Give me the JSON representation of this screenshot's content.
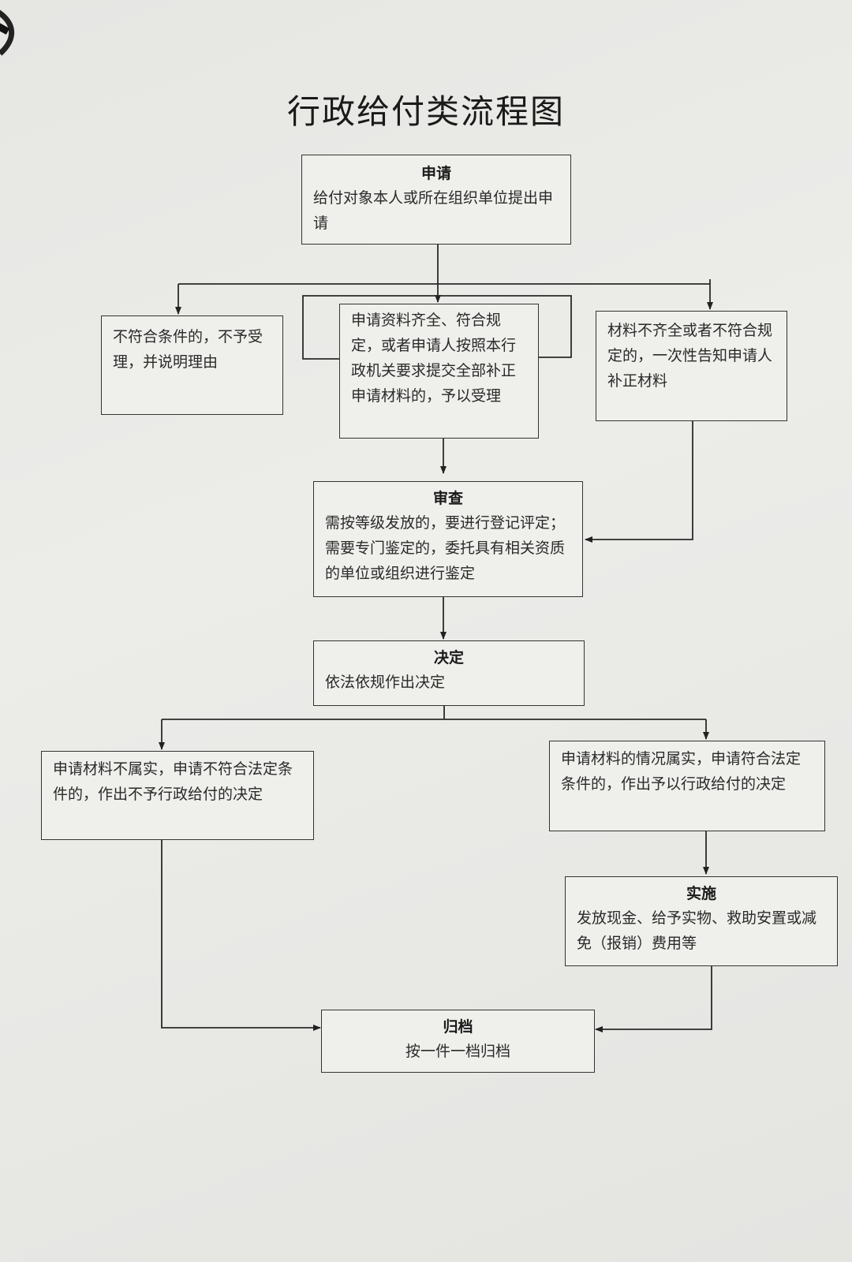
{
  "title": "行政给付类流程图",
  "nodes": {
    "apply": {
      "heading": "申请",
      "text": "给付对象本人或所在组织单位提出申请"
    },
    "reject_not_eligible": {
      "text": "不符合条件的，不予受理，并说明理由"
    },
    "accept": {
      "text": "申请资料齐全、符合规定，或者申请人按照本行政机关要求提交全部补正申请材料的，予以受理"
    },
    "supplement": {
      "text": "材料不齐全或者不符合规定的，一次性告知申请人补正材料"
    },
    "review": {
      "heading": "审查",
      "text": "需按等级发放的，要进行登记评定；需要专门鉴定的，委托具有相关资质的单位或组织进行鉴定"
    },
    "decision": {
      "heading": "决定",
      "text": "依法依规作出决定"
    },
    "deny_payment": {
      "text": "申请材料不属实，申请不符合法定条件的，作出不予行政给付的决定"
    },
    "grant_payment": {
      "text": "申请材料的情况属实，申请符合法定条件的，作出予以行政给付的决定"
    },
    "implement": {
      "heading": "实施",
      "text": "发放现金、给予实物、救助安置或减免（报销）费用等"
    },
    "archive": {
      "heading": "归档",
      "text": "按一件一档归档"
    }
  }
}
